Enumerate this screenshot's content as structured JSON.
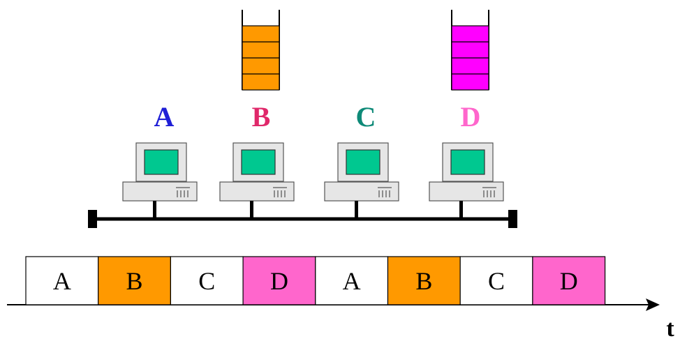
{
  "stations": [
    {
      "label": "A",
      "color": "#1f1fd6",
      "queue_packets": 0,
      "queue_color": null
    },
    {
      "label": "B",
      "color": "#e0286a",
      "queue_packets": 4,
      "queue_color": "#ff9900"
    },
    {
      "label": "C",
      "color": "#0e8a78",
      "queue_packets": 0,
      "queue_color": null
    },
    {
      "label": "D",
      "color": "#ff66cc",
      "queue_packets": 4,
      "queue_color": "#ff00ff"
    }
  ],
  "timeline": {
    "slots": [
      {
        "label": "A",
        "fill": "#ffffff"
      },
      {
        "label": "B",
        "fill": "#ff9900"
      },
      {
        "label": "C",
        "fill": "#ffffff"
      },
      {
        "label": "D",
        "fill": "#ff66cc"
      },
      {
        "label": "A",
        "fill": "#ffffff"
      },
      {
        "label": "B",
        "fill": "#ff9900"
      },
      {
        "label": "C",
        "fill": "#ffffff"
      },
      {
        "label": "D",
        "fill": "#ff66cc"
      }
    ],
    "axis_label": "t"
  },
  "colors": {
    "computer_body": "#e6e6e6",
    "screen": "#00c890",
    "bus": "#000000"
  }
}
